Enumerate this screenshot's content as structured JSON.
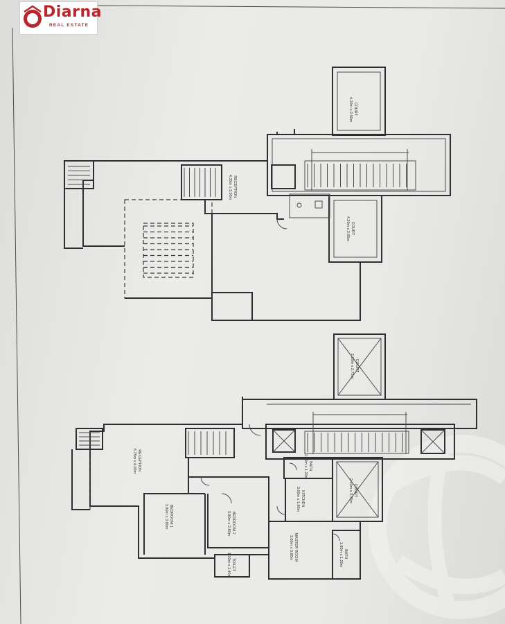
{
  "logo": {
    "brand": "Diarna",
    "tagline": "REAL ESTATE",
    "brand_color": "#b8252b"
  },
  "upper_plan": {
    "rooms": [
      {
        "name": "COURT",
        "size": "4.20m x 2.00m"
      },
      {
        "name": "RECEPTION",
        "size": "4.35m x 3.50m"
      },
      {
        "name": "COURT",
        "size": "4.20m x 2.65m"
      }
    ]
  },
  "lower_plan": {
    "rooms": [
      {
        "name": "COURT",
        "size": "2.10m x 2.75m"
      },
      {
        "name": "RECEPTION",
        "size": "6.75m x 4.00m"
      },
      {
        "name": "BATH",
        "size": "2.20m x 1.20m"
      },
      {
        "name": "COURT",
        "size": "2.10m x 3.75m"
      },
      {
        "name": "KITCHEN",
        "size": "3.00m x 1.80m"
      },
      {
        "name": "BEDROOM 1",
        "size": "3.80m x 3.80m"
      },
      {
        "name": "BEDROOM 2",
        "size": "3.80m x 2.80m"
      },
      {
        "name": "MASTER ROOM",
        "size": "3.00m x 3.80m"
      },
      {
        "name": "BATH",
        "size": "1.80m x 1.20m"
      },
      {
        "name": "TOILET",
        "size": "1.20m x 1.40m"
      }
    ]
  },
  "watermark_icon": "globe-icon"
}
